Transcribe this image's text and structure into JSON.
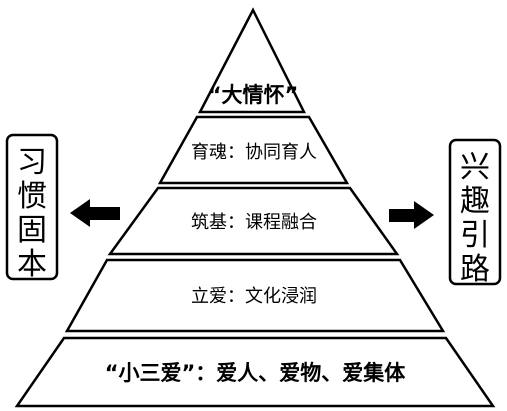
{
  "pyramid": {
    "top": "“大情怀”",
    "tier2": "育魂：协同育人",
    "tier3": "筑基：课程融合",
    "tier4": "立爱：文化浸润",
    "base": "“小三爱”：爱人、爱物、爱集体"
  },
  "left_box": {
    "chars": [
      "习",
      "惯",
      "固",
      "本"
    ]
  },
  "right_box": {
    "chars": [
      "兴",
      "趣",
      "引",
      "路"
    ]
  },
  "colors": {
    "stroke": "#000000",
    "fill": "#ffffff"
  }
}
